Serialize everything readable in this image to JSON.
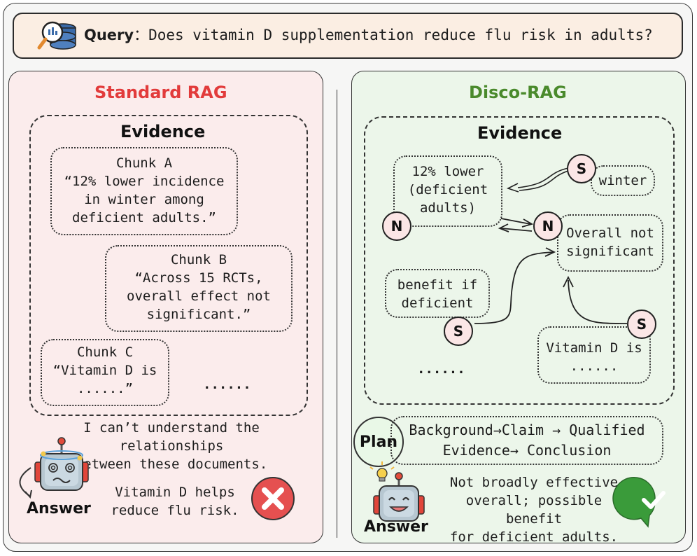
{
  "query": {
    "label": "Query",
    "colon": "：",
    "text": "Does vitamin D supplementation reduce flu risk in adults?"
  },
  "left": {
    "title": "Standard RAG",
    "evidence_title": "Evidence",
    "chunks": [
      {
        "text": "Chunk A\n“12% lower incidence\nin winter among\ndeficient adults.”"
      },
      {
        "text": "Chunk B\n“Across 15 RCTs,\noverall effect not\nsignificant.”"
      },
      {
        "text": "Chunk C\n“Vitamin D is\n......”"
      }
    ],
    "ellipsis": "......",
    "confusion_text": "I can’t understand the relationships\nbetween these documents.",
    "answer_label": "Answer",
    "answer_text": "Vitamin D helps\nreduce flu risk."
  },
  "right": {
    "title": "Disco-RAG",
    "evidence_title": "Evidence",
    "boxes": [
      {
        "text": "12% lower\n(deficient\nadults)"
      },
      {
        "text": "winter"
      },
      {
        "text": "Overall not\nsignificant"
      },
      {
        "text": "benefit if\ndeficient"
      },
      {
        "text": "Vitamin D is\n......"
      }
    ],
    "nodes": {
      "s1": "S",
      "n1": "N",
      "n2": "N",
      "s2": "S",
      "s3": "S"
    },
    "ellipsis": "......",
    "plan_label": "Plan",
    "plan_text": "Background→Claim → Qualified\nEvidence→ Conclusion",
    "answer_label": "Answer",
    "answer_text": "Not broadly effective\noverall; possible benefit\nfor deficient adults."
  },
  "colors": {
    "left_title": "#e23b3b",
    "right_title": "#4a8a2c",
    "left_bg": "#fbecec",
    "right_bg": "#ecf6ea",
    "query_bg": "#fbeee3"
  }
}
